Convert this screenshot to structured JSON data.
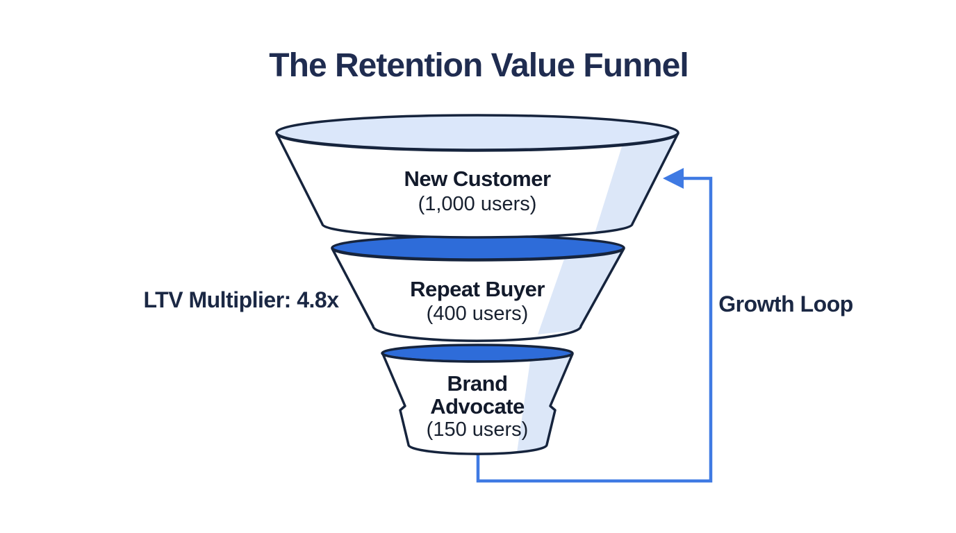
{
  "title": "The Retention Value Funnel",
  "chart_data": {
    "type": "funnel",
    "title": "The Retention Value Funnel",
    "categories": [
      "New Customer",
      "Repeat Buyer",
      "Brand Advocate"
    ],
    "values": [
      1000,
      400,
      150
    ],
    "value_labels": [
      "(1,000 users)",
      "(400 users)",
      "(150 users)"
    ],
    "annotations": [
      "LTV Multiplier: 4.8x",
      "Growth Loop"
    ],
    "flow": "Growth loop arrow recirculates from Brand Advocate spout back into New Customer stage"
  },
  "funnel": {
    "stages": [
      {
        "name": "New Customer",
        "users": "(1,000 users)"
      },
      {
        "name": "Repeat Buyer",
        "users": "(400 users)"
      },
      {
        "name": "Brand Advocate",
        "name_line1": "Brand",
        "name_line2": "Advocate",
        "users": "(150 users)"
      }
    ]
  },
  "annotations": {
    "ltv_label": "LTV Multiplier: 4.8x",
    "growth_loop_label": "Growth Loop"
  },
  "colors": {
    "rim_light_blue": "#dbe7fa",
    "rim_blue": "#2e6cd9",
    "stripe_light_blue": "#dce7f8",
    "loop_blue": "#3f7ae3",
    "outline_navy": "#16243d",
    "title_navy": "#1f2c50",
    "background": "#ffffff"
  }
}
